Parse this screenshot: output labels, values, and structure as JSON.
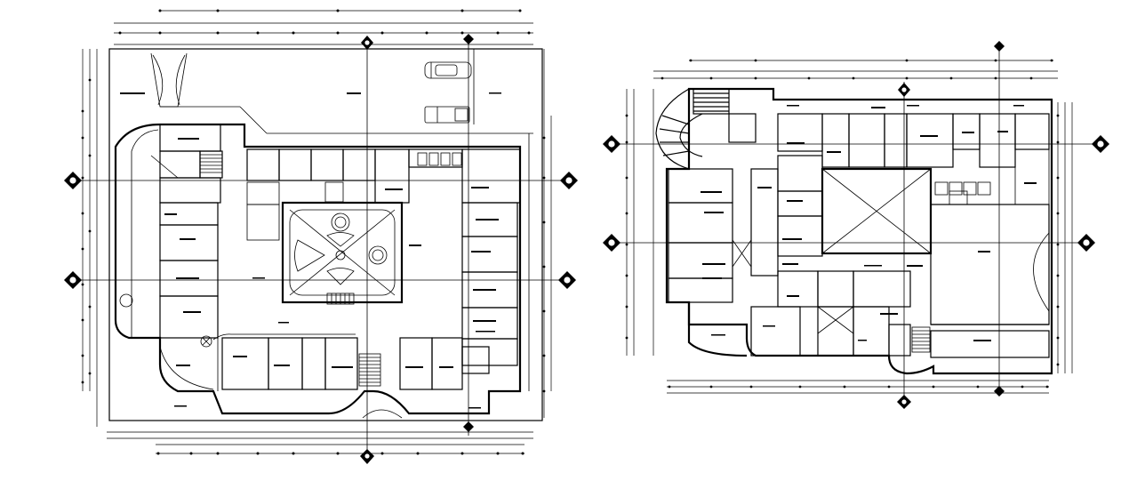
{
  "drawing": {
    "background": "#ffffff",
    "line_color": "#000000",
    "plans": [
      {
        "id": "plan-left",
        "kind": "ground-floor-plan"
      },
      {
        "id": "plan-right",
        "kind": "upper-floor-plan"
      }
    ],
    "north_markers": [
      "grid-bubble-icon",
      "section-arrow-icon"
    ]
  }
}
